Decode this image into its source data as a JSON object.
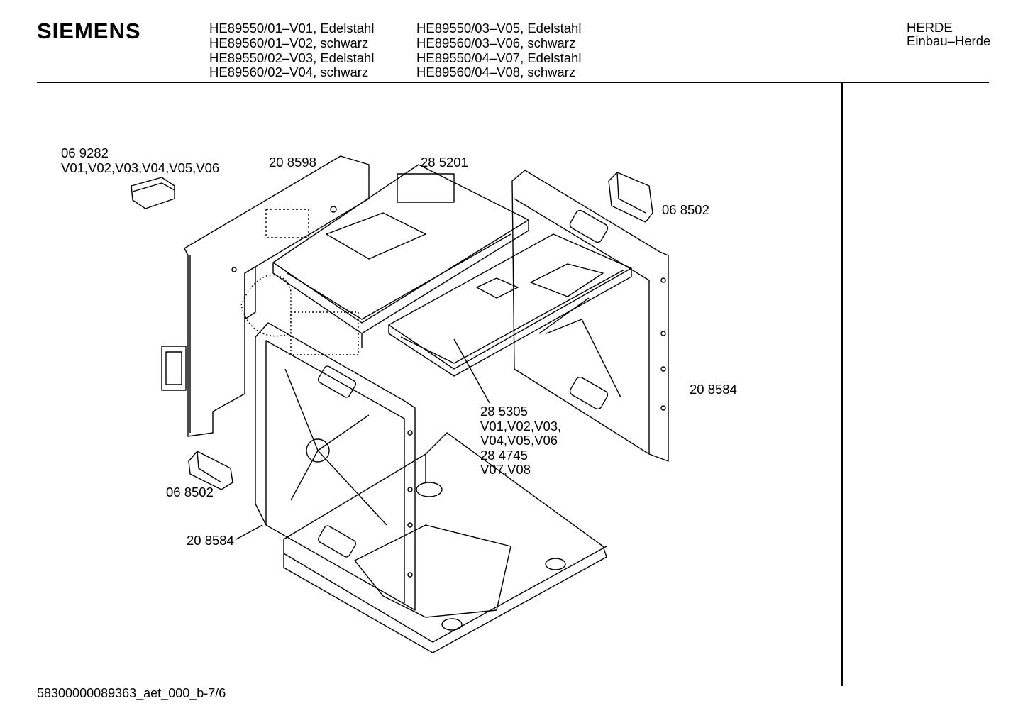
{
  "header": {
    "brand": "SIEMENS",
    "models_col1": [
      "HE89550/01–V01, Edelstahl",
      "HE89560/01–V02, schwarz",
      "HE89550/02–V03, Edelstahl",
      "HE89560/02–V04, schwarz"
    ],
    "models_col2": [
      "HE89550/03–V05, Edelstahl",
      "HE89560/03–V06, schwarz",
      "HE89550/04–V07, Edelstahl",
      "HE89560/04–V08, schwarz"
    ],
    "category": "HERDE",
    "subcategory": "Einbau–Herde"
  },
  "parts": {
    "p069282": {
      "number": "06 9282",
      "variants": "V01,V02,V03,V04,V05,V06"
    },
    "p208598": {
      "number": "20 8598"
    },
    "p285201": {
      "number": "28 5201"
    },
    "p068502_right": {
      "number": "06 8502"
    },
    "p208584_right": {
      "number": "20 8584"
    },
    "p285305": {
      "number": "28 5305",
      "variants_a": "V01,V02,V03,",
      "variants_b": "V04,V05,V06",
      "alt_number": "28 4745",
      "alt_variants": "V07,V08"
    },
    "p068502_left": {
      "number": "06 8502"
    },
    "p208584_left": {
      "number": "20 8584"
    }
  },
  "footer": {
    "doc_id": "58300000089363_aet_000_b-7/6"
  }
}
